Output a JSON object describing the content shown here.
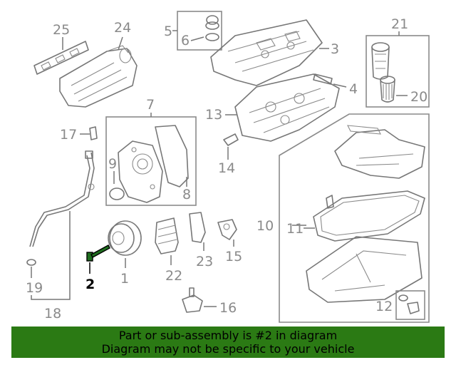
{
  "callouts": {
    "n1": "1",
    "n2": "2",
    "n3": "3",
    "n4": "4",
    "n5": "5",
    "n6": "6",
    "n7": "7",
    "n8": "8",
    "n9": "9",
    "n10": "10",
    "n11": "11",
    "n12": "12",
    "n13": "13",
    "n14": "14",
    "n15": "15",
    "n16": "16",
    "n17": "17",
    "n18": "18",
    "n19": "19",
    "n20": "20",
    "n21": "21",
    "n22": "22",
    "n23": "23",
    "n24": "24",
    "n25": "25"
  },
  "highlighted_part": "2",
  "colors": {
    "footer_bg": "#2b7a14",
    "highlight": "#1f6e1f",
    "line_art": "#777777"
  },
  "footer": {
    "line1": "Part or sub-assembly is #2 in diagram",
    "line2": "Diagram may not be specific to your vehicle"
  }
}
